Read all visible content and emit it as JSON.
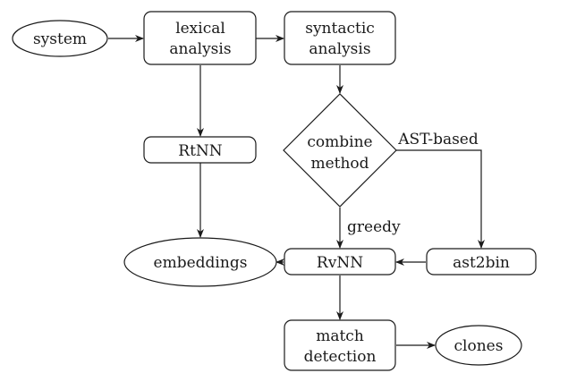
{
  "diagram": {
    "nodes": {
      "system": [
        "system"
      ],
      "lexical": [
        "lexical",
        "analysis"
      ],
      "syntactic": [
        "syntactic",
        "analysis"
      ],
      "rtnn": [
        "RtNN"
      ],
      "combine": [
        "combine",
        "method"
      ],
      "embeddings": [
        "embeddings"
      ],
      "rvnn": [
        "RvNN"
      ],
      "ast2bin": [
        "ast2bin"
      ],
      "match": [
        "match",
        "detection"
      ],
      "clones": [
        "clones"
      ]
    },
    "edge_labels": {
      "ast_based": "AST-based",
      "greedy": "greedy"
    }
  }
}
